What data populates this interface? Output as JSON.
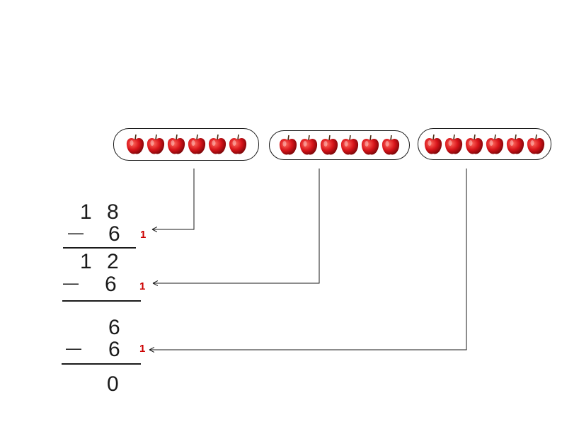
{
  "groups": [
    {
      "apples": [
        "apple",
        "apple",
        "apple",
        "apple",
        "apple",
        "apple"
      ]
    },
    {
      "apples": [
        "apple",
        "apple",
        "apple",
        "apple",
        "apple",
        "apple"
      ]
    },
    {
      "apples": [
        "apple",
        "apple",
        "apple",
        "apple",
        "apple",
        "apple"
      ]
    }
  ],
  "colors": {
    "apple": "#d8141a",
    "stem": "#4a2a12",
    "count": "#cc0000"
  },
  "steps": [
    {
      "minuend_tens": "1",
      "minuend_ones": "8",
      "minus": "—",
      "subtrahend": "6",
      "count": "1"
    },
    {
      "minuend_tens": "1",
      "minuend_ones": "2",
      "minus": "—",
      "subtrahend": "6",
      "count": "1"
    },
    {
      "minuend_tens": "",
      "minuend_ones": "6",
      "minus": "—",
      "subtrahend": "6",
      "count": "1"
    }
  ],
  "result": "0"
}
